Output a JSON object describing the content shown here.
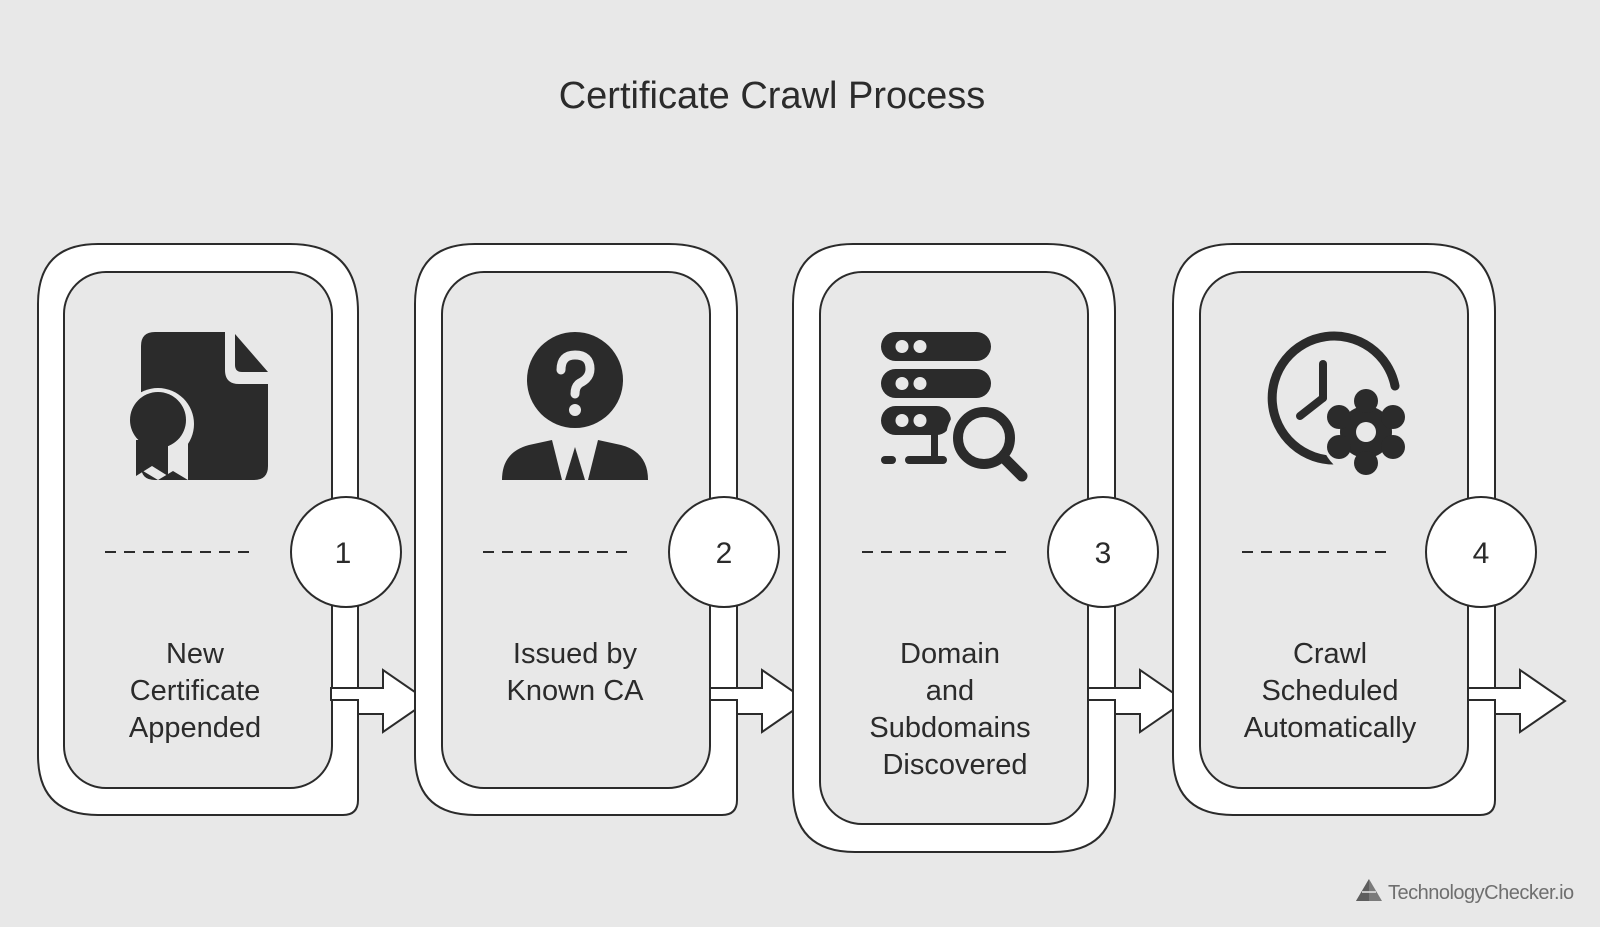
{
  "title": "Certificate Crawl Process",
  "brand": {
    "name": "TechnologyChecker.io",
    "logo_icon": "triangle-logo-icon"
  },
  "colors": {
    "background": "#e8e8e8",
    "ink": "#2b2b2b",
    "card_fill": "#ffffff",
    "brand_text": "#6f6f6f"
  },
  "steps": [
    {
      "number": "1",
      "icon": "certificate-document-icon",
      "label_lines": [
        "New",
        "Certificate",
        "Appended"
      ]
    },
    {
      "number": "2",
      "icon": "person-question-icon",
      "label_lines": [
        "Issued by",
        "Known CA"
      ]
    },
    {
      "number": "3",
      "icon": "server-search-icon",
      "label_lines": [
        "Domain",
        "and",
        "Subdomains",
        "Discovered"
      ]
    },
    {
      "number": "4",
      "icon": "clock-gear-icon",
      "label_lines": [
        "Crawl",
        "Scheduled",
        "Automatically"
      ]
    }
  ]
}
